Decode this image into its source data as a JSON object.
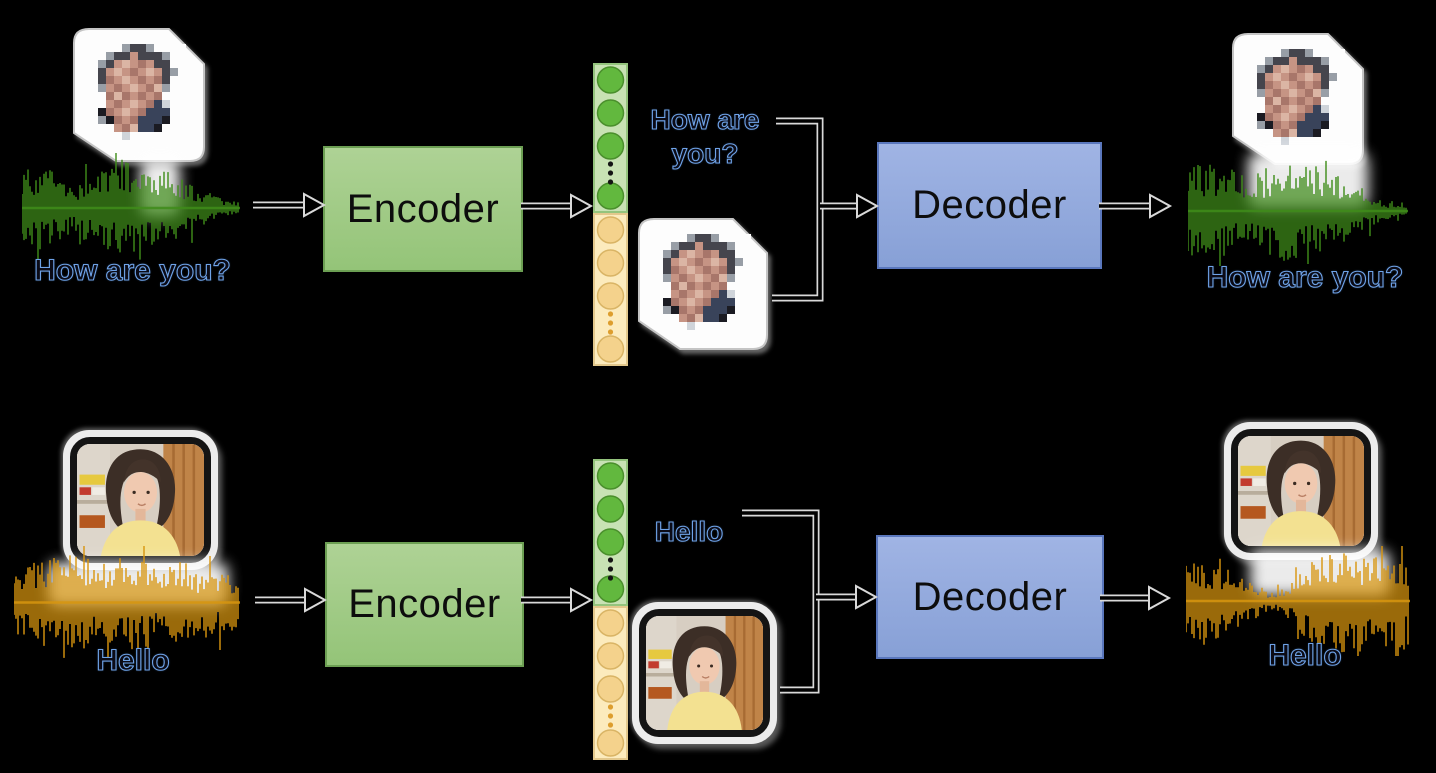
{
  "background": "#000000",
  "colors": {
    "encoder_fill": "#a2cb8a",
    "encoder_border": "#6c9f53",
    "decoder_fill": "#94abdd",
    "decoder_border": "#5a77bd",
    "content_rect_fill": "#c8e2b4",
    "content_rect_border": "#94c47d",
    "content_circle_fill": "#62b83e",
    "content_circle_border": "#4a8f2c",
    "content_dot_color": "#141414",
    "speaker_rect_fill": "#fcebbd",
    "speaker_rect_border": "#e3c88c",
    "speaker_circle_fill": "#f4d28c",
    "speaker_circle_border": "#d9b465",
    "speaker_dot_color": "#dd9e2e",
    "waveform_green": "#3f8c1a",
    "waveform_orange": "#d8960f",
    "connector_outline": "#d9d9d9",
    "text_outline_blue": "#6fa3e8"
  },
  "rows": [
    {
      "name": "male-speaker-row",
      "input_text": "How are you?",
      "encoder_label": "Encoder",
      "content_embedding_label": "How are you?",
      "decoder_label": "Decoder",
      "output_text": "How are you?",
      "waveform": "green"
    },
    {
      "name": "female-speaker-row",
      "input_text": "Hello",
      "encoder_label": "Encoder",
      "content_embedding_label": "Hello",
      "decoder_label": "Decoder",
      "output_text": "Hello",
      "waveform": "orange"
    }
  ],
  "embedding_column": {
    "content_units": {
      "visible_circles": 4,
      "has_ellipsis": true
    },
    "speaker_units": {
      "visible_circles": 4,
      "has_ellipsis": true
    },
    "unit_pattern": [
      "circle",
      "circle",
      "circle",
      "ellipsis",
      "circle"
    ]
  },
  "pixel_face": {
    "palette": {
      "W": "#fdfdfd",
      "G": "#45454d",
      "g": "#989ea6",
      "B": "#1b1b22",
      "S": "#c69484",
      "s": "#a8766a",
      "L": "#dbb5a4",
      "N": "#39435a",
      "T": "#cfd4da"
    },
    "grid": [
      "WWWWgGGgWWWW",
      "WWgGGSGGGgWW",
      "WgGSLSsSGGWW",
      "WGSLSsSLSGgW",
      "WGsSLSsSsGWW",
      "WgSsSLSsLgWW",
      "WWsLsSsSsWWW",
      "WWSsSLSsNTWW",
      "WBsSLSsNNNWW",
      "WgBsSsNNNBWW",
      "WWWSsLNNBWWW",
      "WWWWTWWWWWWW"
    ]
  }
}
